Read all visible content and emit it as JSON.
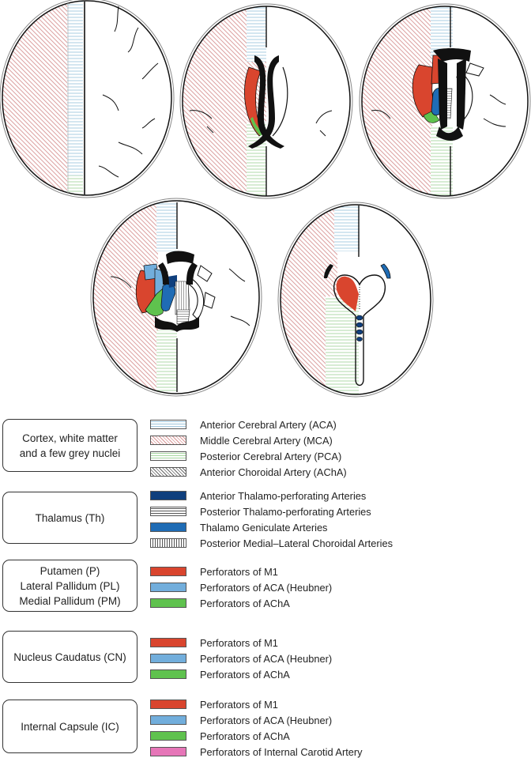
{
  "colors": {
    "aca": "#9fc6dd",
    "mca": "#d79494",
    "pca": "#a6d6a0",
    "m1": "#d9452e",
    "heubner": "#72aedc",
    "acha": "#5fc24e",
    "ica": "#e676b8",
    "ant_thalamo": "#0f3f7d",
    "thalamo_geniculate": "#1f6cb5"
  },
  "legend_groups": [
    {
      "label_lines": [
        "Cortex, white matter",
        "and a few grey nuclei"
      ],
      "entries": [
        {
          "label": "Anterior Cerebral Artery (ACA)",
          "swatch": "sw-aca"
        },
        {
          "label": "Middle Cerebral  Artery (MCA)",
          "swatch": "sw-mca"
        },
        {
          "label": "Posterior Cerebral Artery (PCA)",
          "swatch": "sw-pca"
        },
        {
          "label": "Anterior Choroidal  Artery (AChA)",
          "swatch": "sw-acha"
        }
      ]
    },
    {
      "label_lines": [
        "Thalamus (Th)"
      ],
      "entries": [
        {
          "label": "Anterior Thalamo-perforating Arteries",
          "swatch": "ant_thalamo"
        },
        {
          "label": "Posterior Thalamo-perforating Arteries",
          "swatch": "sw-hstripe"
        },
        {
          "label": "Thalamo Geniculate Arteries",
          "swatch": "thalamo_geniculate"
        },
        {
          "label": "Posterior Medial–Lateral Choroidal Arteries",
          "swatch": "sw-vstripe"
        }
      ]
    },
    {
      "label_lines": [
        "Putamen (P)",
        "Lateral Pallidum (PL)",
        "Medial Pallidum (PM)"
      ],
      "entries": [
        {
          "label": "Perforators of M1",
          "swatch": "m1"
        },
        {
          "label": "Perforators of ACA (Heubner)",
          "swatch": "heubner"
        },
        {
          "label": "Perforators of AChA",
          "swatch": "acha"
        }
      ]
    },
    {
      "label_lines": [
        "Nucleus Caudatus (CN)"
      ],
      "entries": [
        {
          "label": "Perforators of M1",
          "swatch": "m1"
        },
        {
          "label": "Perforators of ACA (Heubner)",
          "swatch": "heubner"
        },
        {
          "label": "Perforators of AChA",
          "swatch": "acha"
        }
      ]
    },
    {
      "label_lines": [
        "Internal Capsule (IC)"
      ],
      "entries": [
        {
          "label": "Perforators of M1",
          "swatch": "m1"
        },
        {
          "label": "Perforators of ACA (Heubner)",
          "swatch": "heubner"
        },
        {
          "label": "Perforators of AChA",
          "swatch": "acha"
        },
        {
          "label": "Perforators of Internal Carotid Artery",
          "swatch": "ica"
        }
      ]
    }
  ]
}
